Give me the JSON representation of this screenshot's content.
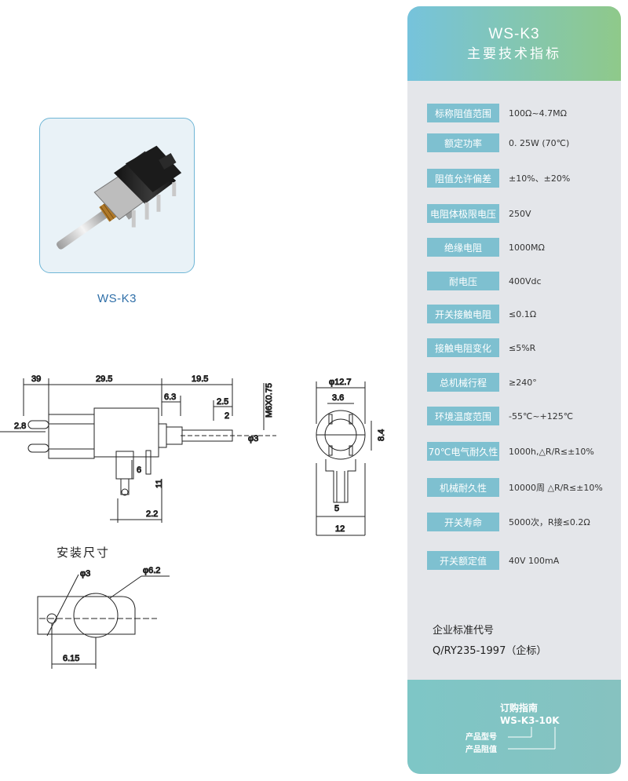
{
  "product": {
    "caption": "WS-K3"
  },
  "drawing_front": {
    "dims": [
      "39",
      "29.5",
      "19.5",
      "6.3",
      "2.5",
      "2",
      "M6X0.75",
      "2.8",
      "φ3",
      "6",
      "11",
      "2.2"
    ]
  },
  "drawing_side": {
    "dims": [
      "φ12.7",
      "3.6",
      "8.4",
      "5",
      "12"
    ]
  },
  "install": {
    "title": "安装尺寸",
    "dims": [
      "φ3",
      "φ6.2",
      "6.15"
    ]
  },
  "spec": {
    "model": "WS-K3",
    "subtitle": "主要技术指标",
    "rows": [
      {
        "label": "标称阻值范围",
        "value": "100Ω~4.7MΩ"
      },
      {
        "label": "额定功率",
        "value": "0. 25W (70℃)"
      },
      {
        "label": "阻值允许偏差",
        "value": "±10%、±20%"
      },
      {
        "label": "电阻体极限电压",
        "value": "250V"
      },
      {
        "label": "绝缘电阻",
        "value": "1000MΩ"
      },
      {
        "label": "耐电压",
        "value": "400Vdc"
      },
      {
        "label": "开关接触电阻",
        "value": "≤0.1Ω"
      },
      {
        "label": "接触电阻变化",
        "value": "≤5%R"
      },
      {
        "label": "总机械行程",
        "value": "≥240°"
      },
      {
        "label": "环境温度范围",
        "value": "-55℃~+125℃"
      },
      {
        "label": "70℃电气耐久性",
        "value": "1000h,△R/R≤±10%"
      },
      {
        "label": "机械耐久性",
        "value": "10000周 △R/R≤±10%"
      },
      {
        "label": "开关寿命",
        "value": "5000次，R接≤0.2Ω"
      },
      {
        "label": "开关额定值",
        "value": "40V  100mA"
      }
    ],
    "standard_label": "企业标准代号",
    "standard_value": "Q/RY235-1997（企标）"
  },
  "order": {
    "title": "订购指南",
    "code": "WS-K3-10K",
    "model_label": "产品型号",
    "value_label": "产品阻值"
  },
  "colors": {
    "header_start": "#76c3dc",
    "header_end": "#8fc98a",
    "label_bg": "#7ec0d0",
    "panel_bg": "#e4e6ea",
    "caption": "#2f6fa8"
  }
}
